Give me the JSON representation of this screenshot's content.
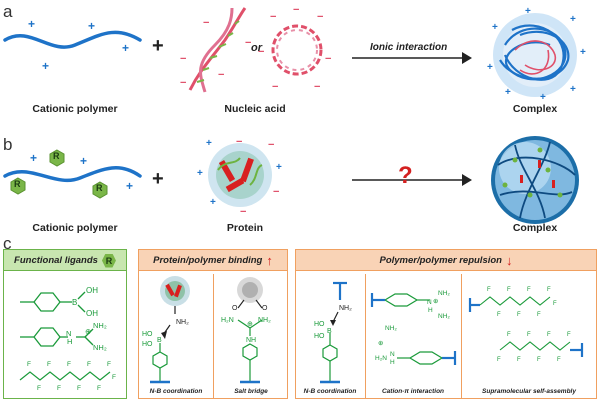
{
  "panels": {
    "a": {
      "label": "a",
      "left_caption": "Cationic polymer",
      "middle_caption": "Nucleic acid",
      "or_text": "or",
      "arrow_label": "Ionic interaction",
      "right_caption": "Complex"
    },
    "b": {
      "label": "b",
      "left_caption": "Cationic polymer",
      "middle_caption": "Protein",
      "arrow_label": "?",
      "right_caption": "Complex",
      "ligand_letter": "R"
    },
    "c": {
      "label": "c",
      "functional_ligands": "Functional  ligands",
      "ligand_badge": "R",
      "binding_header": "Protein/polymer binding",
      "repulsion_header": "Polymer/polymer repulsion",
      "captions": {
        "nb_coordination_1": "N-B coordination",
        "salt_bridge": "Salt bridge",
        "nb_coordination_2": "N-B coordination",
        "cation_pi": "Cation-π interaction",
        "self_assembly": "Supramolecular self-assembly"
      },
      "chem": {
        "OH": "OH",
        "B": "B",
        "NH": "N",
        "H": "H",
        "NH2": "NH₂",
        "HO": "HO",
        "plus": "⊕",
        "F": "F",
        "O": "O",
        "H2N": "H₂N"
      }
    }
  },
  "symbols": {
    "plus": "+",
    "minus": "−",
    "up_arrow": "↑",
    "down_arrow": "↓"
  },
  "colors": {
    "polymer_blue": "#1e73c8",
    "ligand_green": "#7ab648",
    "chem_green": "#1a9a3a",
    "dna_red": "#e0506a",
    "orange_border": "#f0a060",
    "orange_fill": "#f9d3b6",
    "green_fill": "#c8e6b0",
    "green_border": "#6bb34a",
    "question_red": "#d42020"
  }
}
